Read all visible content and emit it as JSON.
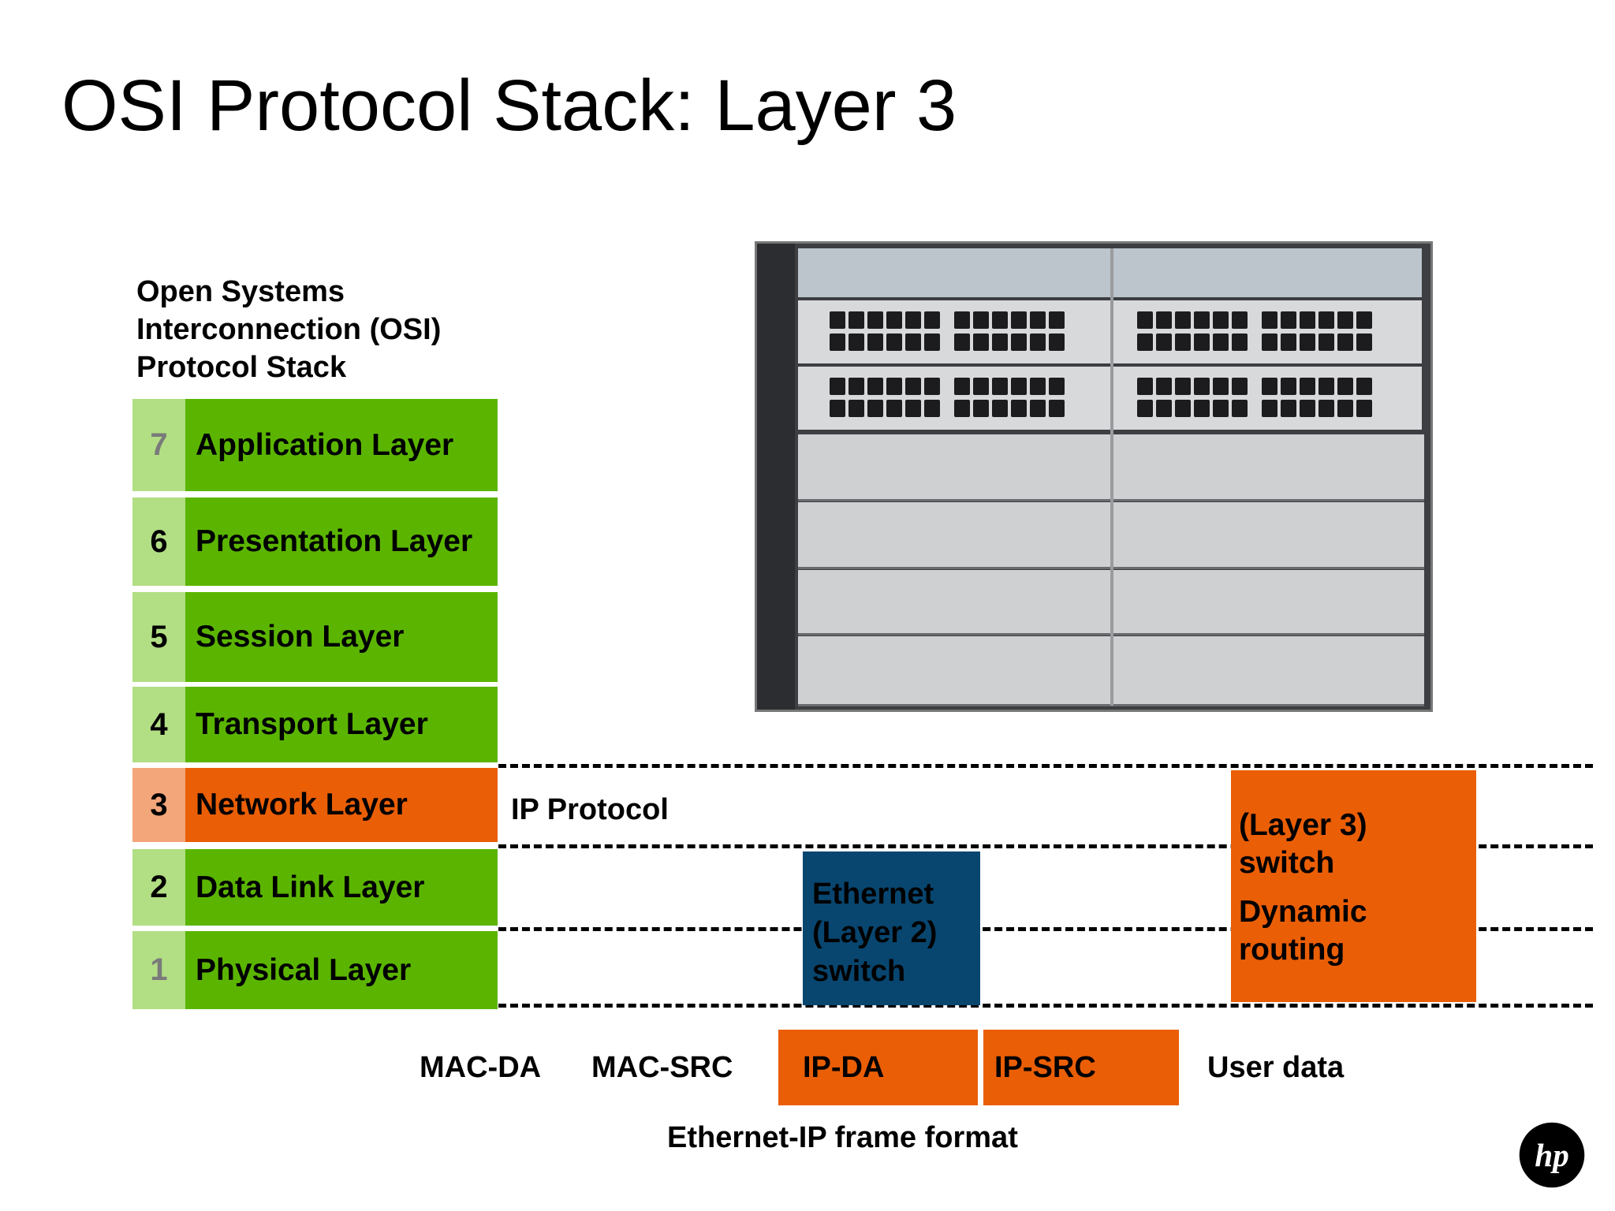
{
  "title": "OSI Protocol Stack: Layer 3",
  "stack_heading": [
    "Open Systems",
    "Interconnection (OSI)",
    "Protocol Stack"
  ],
  "layers": [
    {
      "num": "7",
      "name": "Application Layer"
    },
    {
      "num": "6",
      "name": "Presentation Layer"
    },
    {
      "num": "5",
      "name": "Session Layer"
    },
    {
      "num": "4",
      "name": "Transport Layer"
    },
    {
      "num": "3",
      "name": "Network Layer"
    },
    {
      "num": "2",
      "name": "Data Link Layer"
    },
    {
      "num": "1",
      "name": "Physical Layer"
    }
  ],
  "ip_protocol_label": "IP Protocol",
  "ethernet_switch": {
    "lines": [
      "Ethernet",
      "(Layer 2)",
      "switch"
    ]
  },
  "layer3_switch": {
    "line1": "(Layer 3)",
    "line2": "switch",
    "line3": "Dynamic",
    "line4": "routing"
  },
  "frame_fields": [
    "MAC-DA",
    "MAC-SRC",
    "IP-DA",
    "IP-SRC",
    "User data"
  ],
  "frame_caption": "Ethernet-IP frame format",
  "colors": {
    "green": "#5bb500",
    "green_light": "#b2de84",
    "orange": "#ea5e06",
    "orange_light": "#f2a67a",
    "navy": "#08466f",
    "navy_text": "#000000"
  },
  "logo_icon": "hp-logo-icon"
}
